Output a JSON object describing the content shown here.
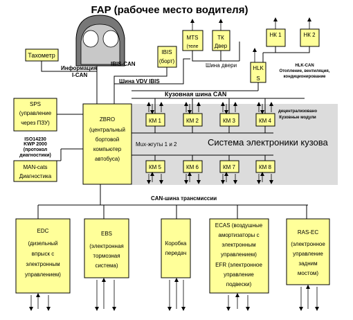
{
  "diagram": {
    "title": "FAP (рабочее место водителя)",
    "tachometer": "Тахометр",
    "info_ican": [
      "Информация",
      "I-CAN"
    ],
    "ibis_can": "IBIS-CAN",
    "ibis_bort": [
      "IBIS",
      "(борт)"
    ],
    "mts": [
      "MTS",
      "(теле"
    ],
    "tk": [
      "ТК",
      "Двер"
    ],
    "door_bus": "Шина двери",
    "hk1": "НК 1",
    "hk2": "НК 2",
    "hlks": [
      "HLK",
      "S"
    ],
    "hlk_can": [
      "HLK-CAN",
      "Отопление, вентиляция,",
      "кондиционирование"
    ],
    "vdv_bus": "Шина VDV IBIS",
    "body_can": "Кузовная шина CAN",
    "sps": [
      "SPS",
      "(управление",
      "через ПЗУ)"
    ],
    "iso_kwp": [
      "ISO14230",
      "KWP 2000",
      "(протокол",
      "диагностики)"
    ],
    "man_cats": [
      "MAN-cats",
      "Диагностика"
    ],
    "zbro": [
      "ZBRO",
      "(центральный",
      "бортовой",
      "компьютер",
      "автобуса)"
    ],
    "km_top": [
      "КМ 1",
      "КМ 2",
      "КМ 3",
      "КМ 4"
    ],
    "km_bottom": [
      "КМ 5",
      "КМ 6",
      "КМ 7",
      "КМ 8"
    ],
    "decentral": [
      "децентрализовано",
      "Кузовные модули"
    ],
    "body_system": "Система электроники кузова",
    "mux": "Mux-жгуты 1 и 2",
    "can_trans": "CAN-шина трансмиссии",
    "edc": [
      "EDC",
      "(дизельный",
      "впрыск с",
      "электронным",
      "управлением)"
    ],
    "ebs": [
      "EBS",
      "(электронная",
      "тормозная",
      "система)"
    ],
    "gearbox": [
      "Коробка",
      "передач"
    ],
    "ecas": [
      "ECAS (воздушные",
      "амортизаторы с",
      "электронным",
      "управлением)",
      "EFR (электронное",
      "управление",
      "подвески)"
    ],
    "ras": [
      "RAS-EC",
      "(электронное",
      "управление",
      "задним",
      "мостом)"
    ]
  }
}
